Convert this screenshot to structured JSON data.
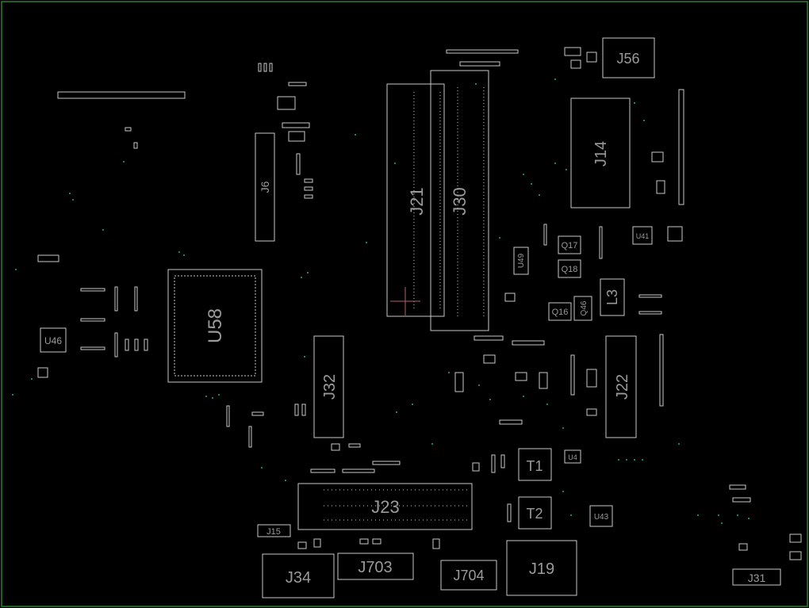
{
  "board": {
    "colors": {
      "background": "#000000",
      "outline": "#2e7d32",
      "silkscreen": "#c8c8c8",
      "label": "#9a9a9a",
      "via": "#1fa89a",
      "marker": "#b06070"
    }
  },
  "components": {
    "j56": "J56",
    "j14": "J14",
    "j21": "J21",
    "j30": "J30",
    "j6": "J6",
    "u58": "U58",
    "u46": "U46",
    "u49": "U49",
    "u41": "U41",
    "u4": "U4",
    "u43": "U43",
    "q17": "Q17",
    "q18": "Q18",
    "q16": "Q16",
    "q46": "Q46",
    "l3": "L3",
    "j32": "J32",
    "j22": "J22",
    "t1": "T1",
    "t2": "T2",
    "j23": "J23",
    "j15": "J15",
    "j34": "J34",
    "j703": "J703",
    "j704": "J704",
    "j19": "J19",
    "j31": "J31"
  }
}
